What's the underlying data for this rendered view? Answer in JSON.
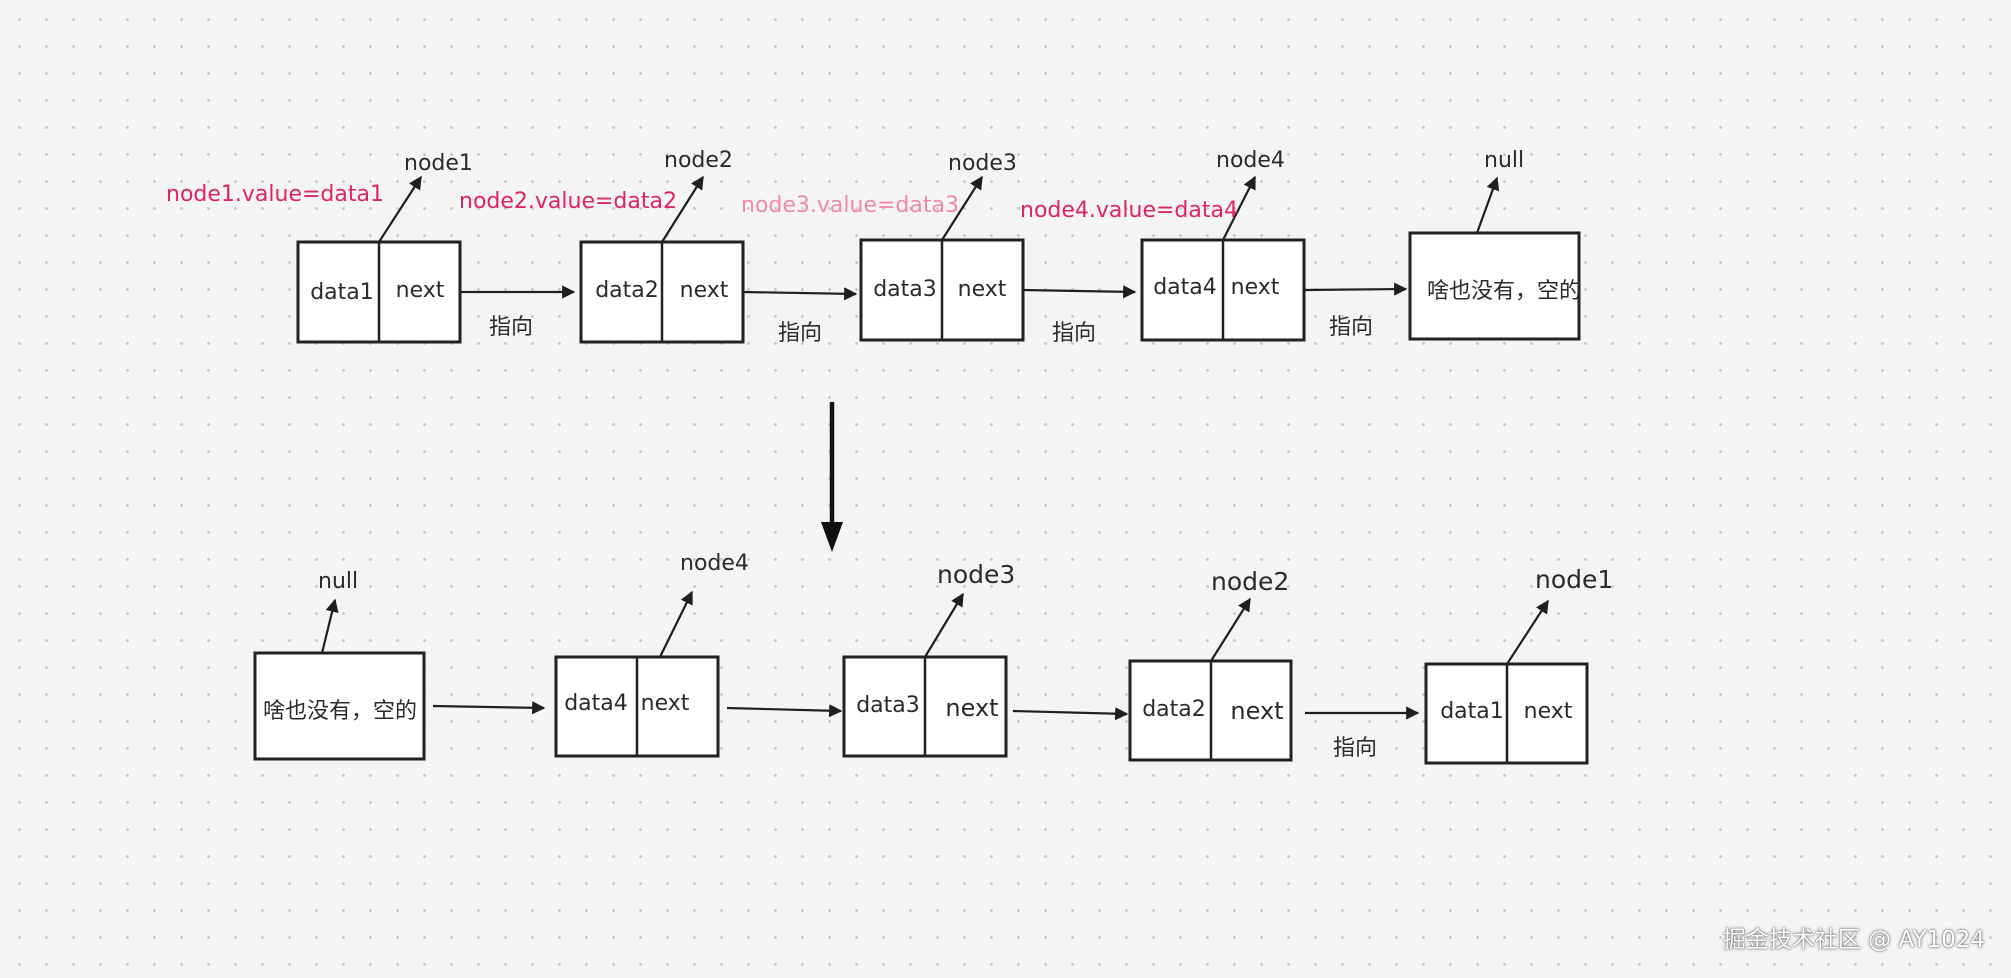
{
  "top_row": {
    "nodes": [
      {
        "label": "node1",
        "data": "data1",
        "next": "next",
        "annotation": "node1.value=data1",
        "annotation_color": "#e0245e"
      },
      {
        "label": "node2",
        "data": "data2",
        "next": "next",
        "annotation": "node2.value=data2",
        "annotation_color": "#e0245e"
      },
      {
        "label": "node3",
        "data": "data3",
        "next": "next",
        "annotation": "node3.value=data3",
        "annotation_color": "#f08aa8"
      },
      {
        "label": "node4",
        "data": "data4",
        "next": "next",
        "annotation": "node4.value=data4",
        "annotation_color": "#e0245e"
      }
    ],
    "terminal": {
      "label": "null",
      "text": "啥也没有，空的"
    },
    "arrow_labels": [
      "指向",
      "指向",
      "指向",
      "指向"
    ]
  },
  "bottom_row": {
    "terminal": {
      "label": "null",
      "text": "啥也没有，空的"
    },
    "nodes": [
      {
        "label": "node4",
        "data": "data4",
        "next": "next"
      },
      {
        "label": "node3",
        "data": "data3",
        "next": "next"
      },
      {
        "label": "node2",
        "data": "data2",
        "next": "next"
      },
      {
        "label": "node1",
        "data": "data1",
        "next": "next"
      }
    ],
    "arrow_labels": [
      "指向"
    ]
  },
  "watermark": "掘金技术社区 @ AY1024"
}
